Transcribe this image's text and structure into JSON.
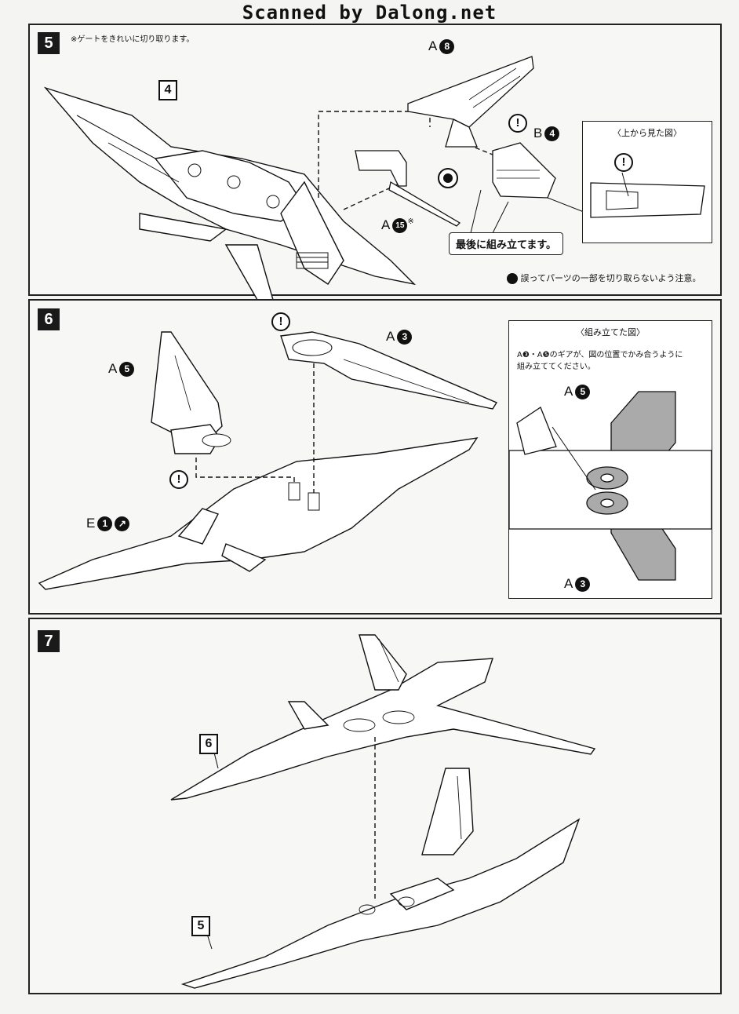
{
  "watermark": "Scanned by Dalong.net",
  "step5": {
    "number": "5",
    "note": "※ゲートをきれいに切り取ります。",
    "ref": "4",
    "part_a8": "A",
    "part_a8_num": "8",
    "part_b4": "B",
    "part_b4_num": "4",
    "part_a15": "A",
    "part_a15_num": "15",
    "part_a15_mark": "※",
    "topview_title": "〈上から見た図〉",
    "callout": "最後に組み立てます。",
    "warning": "誤ってパーツの一部を切り取らないよう注意。"
  },
  "step6": {
    "number": "6",
    "part_a5": "A",
    "part_a5_num": "5",
    "part_a3": "A",
    "part_a3_num": "3",
    "part_e1": "E",
    "part_e1_num": "1",
    "inset_title": "〈組み立てた図〉",
    "inset_note_line1": "A❸・A❺のギアが、図の位置でかみ合うように",
    "inset_note_line2": "組み立ててください。",
    "inset_a5": "A",
    "inset_a5_num": "5",
    "inset_a3": "A",
    "inset_a3_num": "3"
  },
  "step7": {
    "number": "7",
    "ref6": "6",
    "ref5": "5"
  }
}
